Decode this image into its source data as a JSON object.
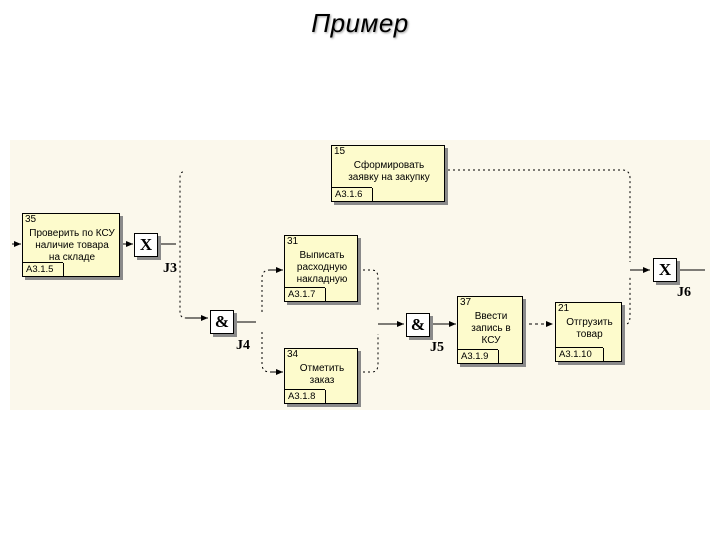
{
  "title": "Пример",
  "boxes": {
    "b15": {
      "num": "15",
      "name": "Сформировать заявку на закупку",
      "ref": "A3.1.6"
    },
    "b35": {
      "num": "35",
      "name": "Проверить по КСУ наличие товара на складе",
      "ref": "A3.1.5"
    },
    "b31": {
      "num": "31",
      "name": "Выписать расходную накладную",
      "ref": "A3.1.7"
    },
    "b34": {
      "num": "34",
      "name": "Отметить заказ",
      "ref": "A3.1.8"
    },
    "b37": {
      "num": "37",
      "name": "Ввести запись в КСУ",
      "ref": "A3.1.9"
    },
    "b21": {
      "num": "21",
      "name": "Отгрузить товар",
      "ref": "A3.1.10"
    }
  },
  "junctions": {
    "j3": {
      "symbol": "X",
      "label": "J3"
    },
    "j4": {
      "symbol": "&",
      "label": "J4"
    },
    "j5": {
      "symbol": "&",
      "label": "J5"
    },
    "j6": {
      "symbol": "X",
      "label": "J6"
    }
  },
  "colors": {
    "box_fill": "#fdfbcc",
    "panel_bg": "#fbf8ec",
    "shadow": "#8a8a8a"
  }
}
